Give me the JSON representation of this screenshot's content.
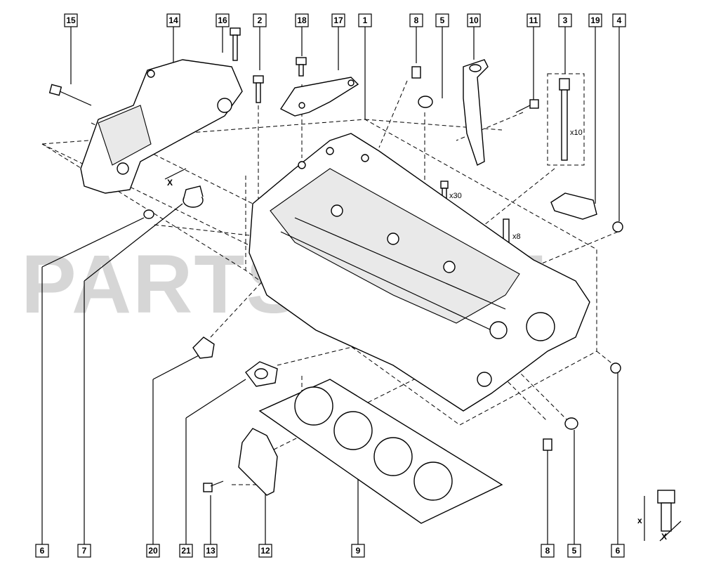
{
  "watermark": "PARTS    .COM",
  "callouts": {
    "c1": "1",
    "c2": "2",
    "c3": "3",
    "c4": "4",
    "c5a": "5",
    "c5b": "5",
    "c6a": "6",
    "c6b": "6",
    "c7": "7",
    "c8a": "8",
    "c8b": "8",
    "c9": "9",
    "c10": "10",
    "c11": "11",
    "c12": "12",
    "c13": "13",
    "c14": "14",
    "c15": "15",
    "c16": "16",
    "c17": "17",
    "c18": "18",
    "c19": "19",
    "c20": "20",
    "c21": "21"
  },
  "quantities": {
    "q_x10": "x10",
    "q_x30": "x30",
    "q_x8": "x8"
  },
  "dimension_labels": {
    "dim_x_left": "X",
    "dim_x_v": "x",
    "dim_x_h": "X"
  }
}
